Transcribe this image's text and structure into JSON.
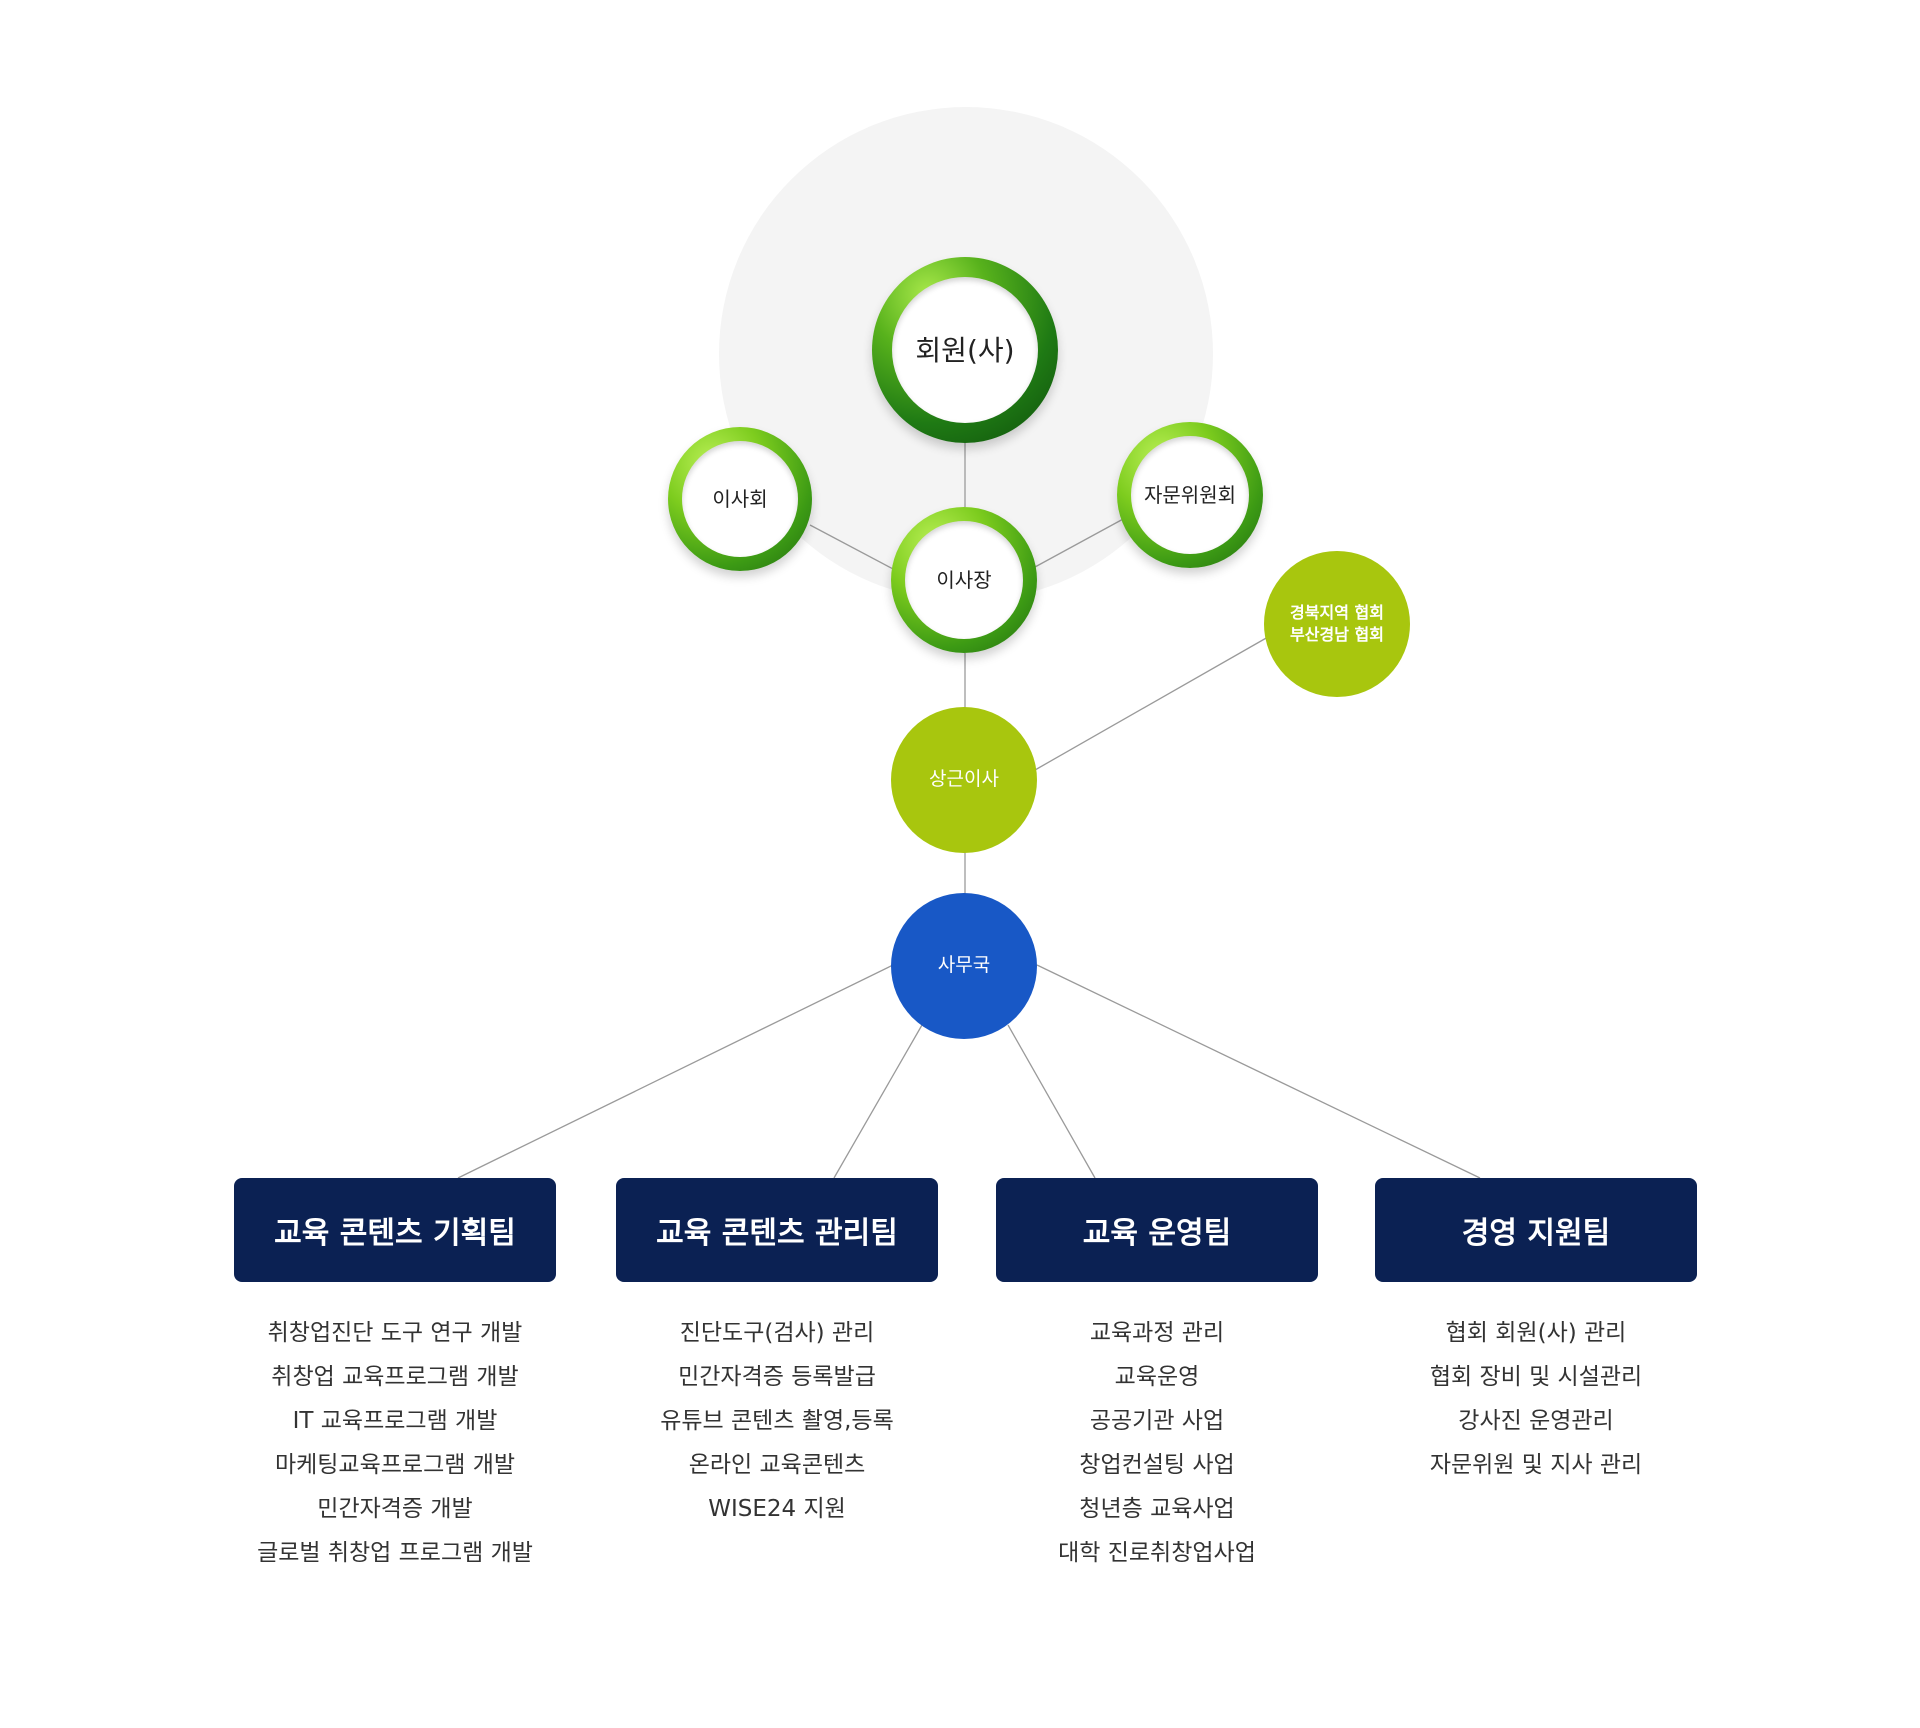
{
  "nodes": {
    "members": "회원(사)",
    "board": "이사회",
    "advisory": "자문위원회",
    "chairman": "이사장",
    "regional_line1": "경북지역 협회",
    "regional_line2": "부산경남 협회",
    "standing_director": "상근이사",
    "secretariat": "사무국"
  },
  "teams": [
    {
      "name": "교육 콘텐츠 기획팀",
      "duties": [
        "취창업진단 도구 연구 개발",
        "취창업 교육프로그램 개발",
        "IT 교육프로그램 개발",
        "마케팅교육프로그램 개발",
        "민간자격증 개발",
        "글로벌 취창업 프로그램 개발"
      ]
    },
    {
      "name": "교육 콘텐츠 관리팀",
      "duties": [
        "진단도구(검사) 관리",
        "민간자격증 등록발급",
        "유튜브 콘텐츠 촬영,등록",
        "온라인 교육콘텐츠",
        "WISE24 지원"
      ]
    },
    {
      "name": "교육 운영팀",
      "duties": [
        "교육과정 관리",
        "교육운영",
        "공공기관 사업",
        "창업컨설팅 사업",
        "청년층 교육사업",
        "대학 진로취창업사업"
      ]
    },
    {
      "name": "경영 지원팀",
      "duties": [
        "협회 회원(사) 관리",
        "협회 장비 및 시설관리",
        "강사진 운영관리",
        "자문위원 및 지사 관리"
      ]
    }
  ],
  "colors": {
    "ring_green": "#5cb81c",
    "lime": "#a8c60e",
    "blue": "#1858c6",
    "navy": "#0b2153",
    "line": "#9a9a9a"
  }
}
